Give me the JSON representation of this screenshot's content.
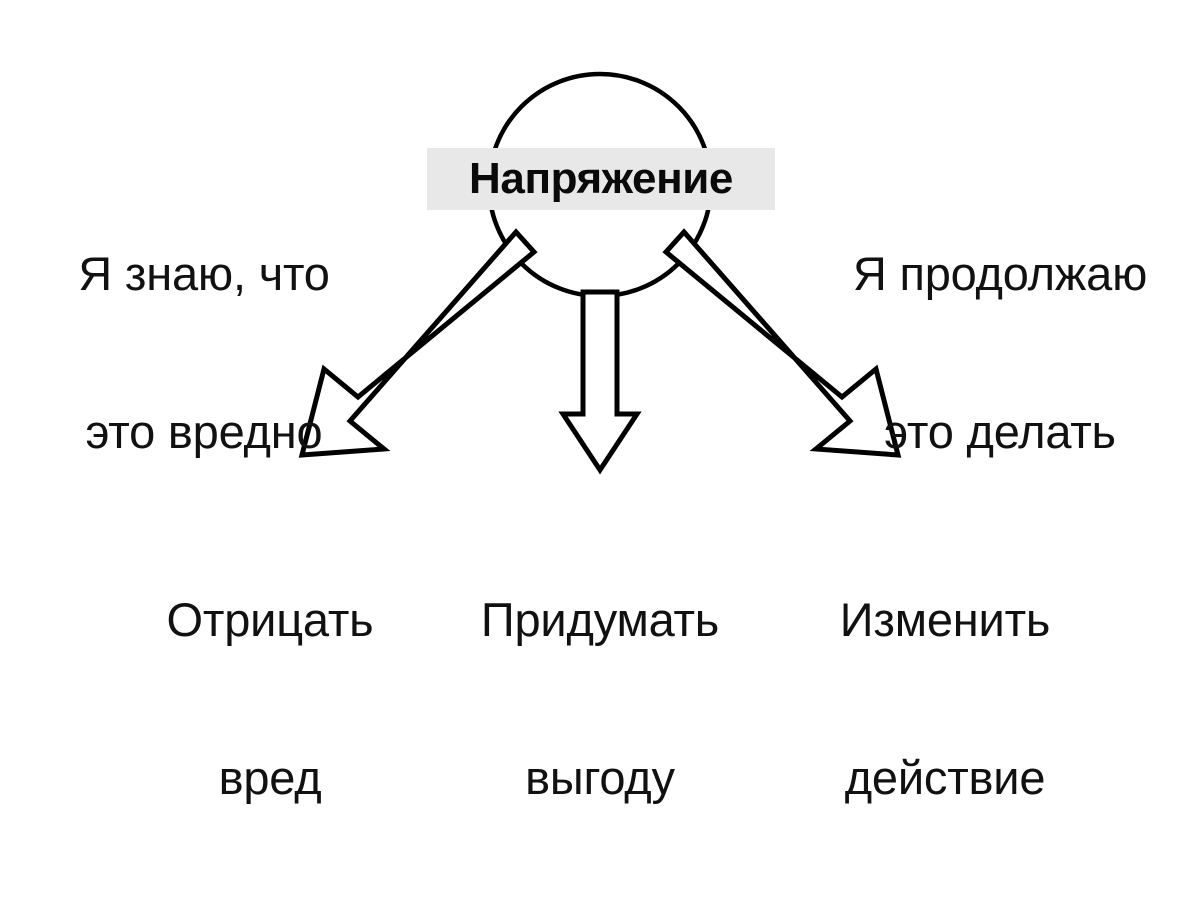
{
  "diagram": {
    "title": "Напряжение",
    "center_node": {
      "label": "Напряжение",
      "shape": "ellipse",
      "label_background": "#e8e8e8",
      "stroke": "#000000",
      "fill": "#ffffff"
    },
    "premises": [
      {
        "id": "premise-left",
        "line1": "Я знаю, что",
        "line2": "это вредно"
      },
      {
        "id": "premise-right",
        "line1": "Я продолжаю",
        "line2": "это делать"
      }
    ],
    "outcomes": [
      {
        "id": "outcome-deny",
        "line1": "Отрицать",
        "line2": "вред",
        "arrow": "arrow-left"
      },
      {
        "id": "outcome-benefit",
        "line1": "Придумать",
        "line2": "выгоду",
        "arrow": "arrow-center"
      },
      {
        "id": "outcome-change",
        "line1": "Изменить",
        "line2": "действие",
        "arrow": "arrow-right"
      }
    ],
    "arrows": [
      {
        "id": "arrow-left",
        "direction": "down-left",
        "style": "hollow-outline"
      },
      {
        "id": "arrow-center",
        "direction": "down",
        "style": "hollow-outline"
      },
      {
        "id": "arrow-right",
        "direction": "down-right",
        "style": "hollow-outline"
      }
    ],
    "colors": {
      "background": "#ffffff",
      "ink": "#000000",
      "highlight": "#e8e8e8"
    }
  }
}
